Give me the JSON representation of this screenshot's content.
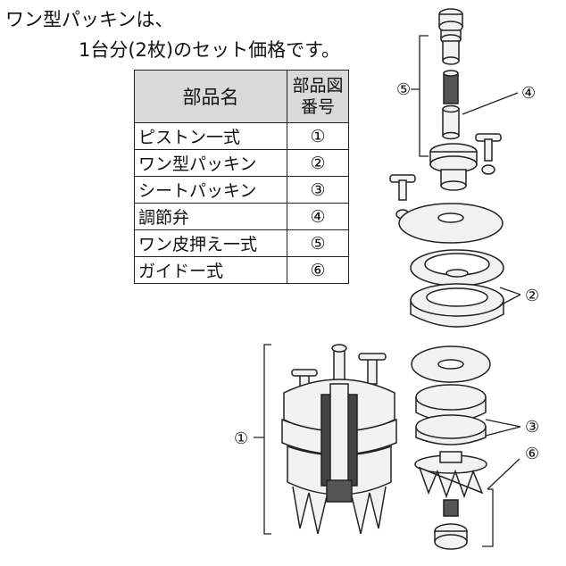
{
  "heading": {
    "line1": "ワン型パッキンは、",
    "line2": "1台分(2枚)のセット価格です。"
  },
  "parts_table": {
    "col_name": "部品名",
    "col_num_line1": "部品図",
    "col_num_line2": "番号",
    "rows": [
      {
        "name": "ピストン一式",
        "num": "①"
      },
      {
        "name": "ワン型パッキン",
        "num": "②"
      },
      {
        "name": "シートパッキン",
        "num": "③"
      },
      {
        "name": "調節弁",
        "num": "④"
      },
      {
        "name": "ワン皮押え一式",
        "num": "⑤"
      },
      {
        "name": "ガイドー式",
        "num": "⑥"
      }
    ]
  },
  "callouts": {
    "c1": "①",
    "c2": "②",
    "c3": "③",
    "c4": "④",
    "c5": "⑤",
    "c6": "⑥"
  }
}
